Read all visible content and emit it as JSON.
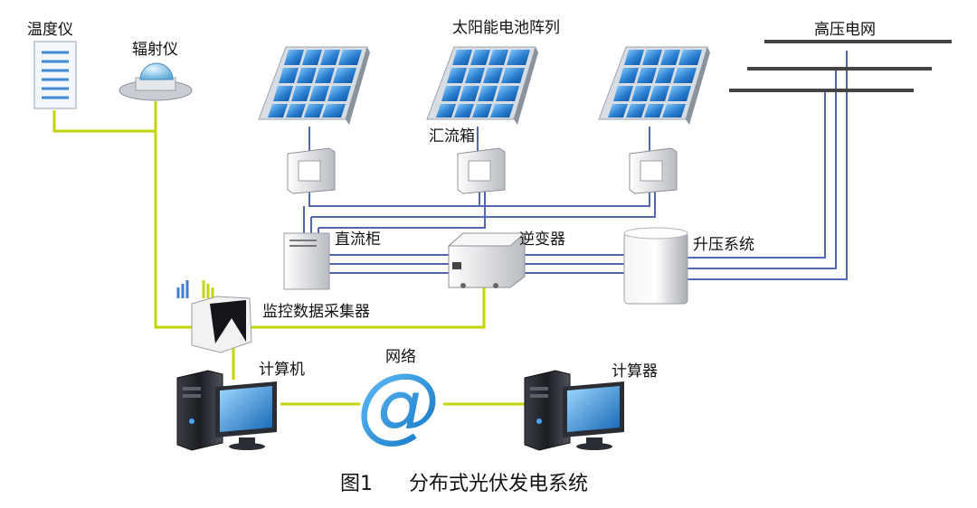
{
  "labels": {
    "thermometer": "温度仪",
    "radiometer": "辐射仪",
    "solar_array": "太阳能电池阵列",
    "grid": "高压电网",
    "combiner": "汇流箱",
    "dc_cabinet": "直流柜",
    "inverter": "逆变器",
    "step_up": "升压系统",
    "collector": "监控数据采集器",
    "computer_left": "计算机",
    "network": "网络",
    "computer_right": "计算器",
    "network_symbol": "@"
  },
  "caption": {
    "number": "图1",
    "title": "分布式光伏发电系统"
  },
  "colors": {
    "signal_wire": "#c3d400",
    "power_wire": "#5566b0",
    "panel_blue": "#2a7fd0",
    "network_blue": "#1e8fd6"
  }
}
